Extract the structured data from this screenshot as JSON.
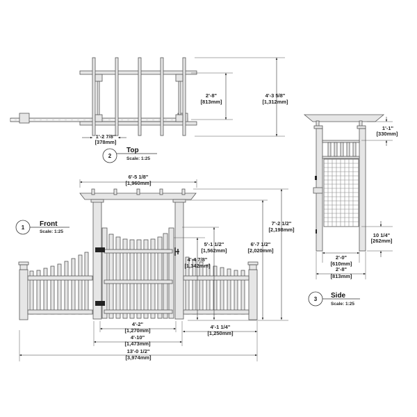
{
  "views": {
    "top": {
      "number": "2",
      "title": "Top",
      "scale": "Scale: 1:25",
      "dims": {
        "post_width": {
          "imperial": "1'-2 7/8\"",
          "metric": "[378mm]"
        },
        "inner_depth": {
          "imperial": "2'-8\"",
          "metric": "[813mm]"
        },
        "overall_depth": {
          "imperial": "4'-3 5/8\"",
          "metric": "[1,312mm]"
        }
      }
    },
    "front": {
      "number": "1",
      "title": "Front",
      "scale": "Scale: 1:25",
      "dims": {
        "arbor_width": {
          "imperial": "6'-5 1/8\"",
          "metric": "[1,960mm]"
        },
        "overall_height": {
          "imperial": "7'-2 1/2\"",
          "metric": "[2,198mm]"
        },
        "post_height": {
          "imperial": "6'-7 1/2\"",
          "metric": "[2,020mm]"
        },
        "gate_height": {
          "imperial": "5'-1 1/2\"",
          "metric": "[1,562mm]"
        },
        "fence_height": {
          "imperial": "4'-4 7/8\"",
          "metric": "[1,342mm]"
        },
        "gate_width": {
          "imperial": "4'-2\"",
          "metric": "[1,270mm]"
        },
        "opening_width": {
          "imperial": "4'-10\"",
          "metric": "[1,473mm]"
        },
        "fence_panel_width": {
          "imperial": "4'-1 1/4\"",
          "metric": "[1,250mm]"
        },
        "overall_width": {
          "imperial": "13'-0 1/2\"",
          "metric": "[3,974mm]"
        }
      }
    },
    "side": {
      "number": "3",
      "title": "Side",
      "scale": "Scale: 1:25",
      "dims": {
        "top_clearance": {
          "imperial": "1'-1\"",
          "metric": "[330mm]"
        },
        "ground_clearance": {
          "imperial": "10 1/4\"",
          "metric": "[262mm]"
        },
        "inner_width": {
          "imperial": "2'-0\"",
          "metric": "[610mm]"
        },
        "outer_width": {
          "imperial": "2'-8\"",
          "metric": "[813mm]"
        }
      }
    }
  }
}
